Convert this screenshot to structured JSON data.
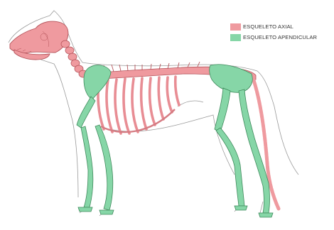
{
  "legend": {
    "items": [
      {
        "key": "axial",
        "label": "ESQUELETO AXIAL",
        "color": "#ef9a9f"
      },
      {
        "key": "appendicular",
        "label": "ESQUELETO APENDICULAR",
        "color": "#86d6a7"
      }
    ]
  },
  "colors": {
    "axial_fill": "#ef9a9f",
    "axial_stroke": "#b5545b",
    "appendicular_fill": "#86d6a7",
    "appendicular_stroke": "#3f8a5c",
    "outline": "#9a9a9a",
    "background": "#ffffff"
  },
  "illustration": {
    "subject": "dog-skeleton-lateral-view"
  }
}
